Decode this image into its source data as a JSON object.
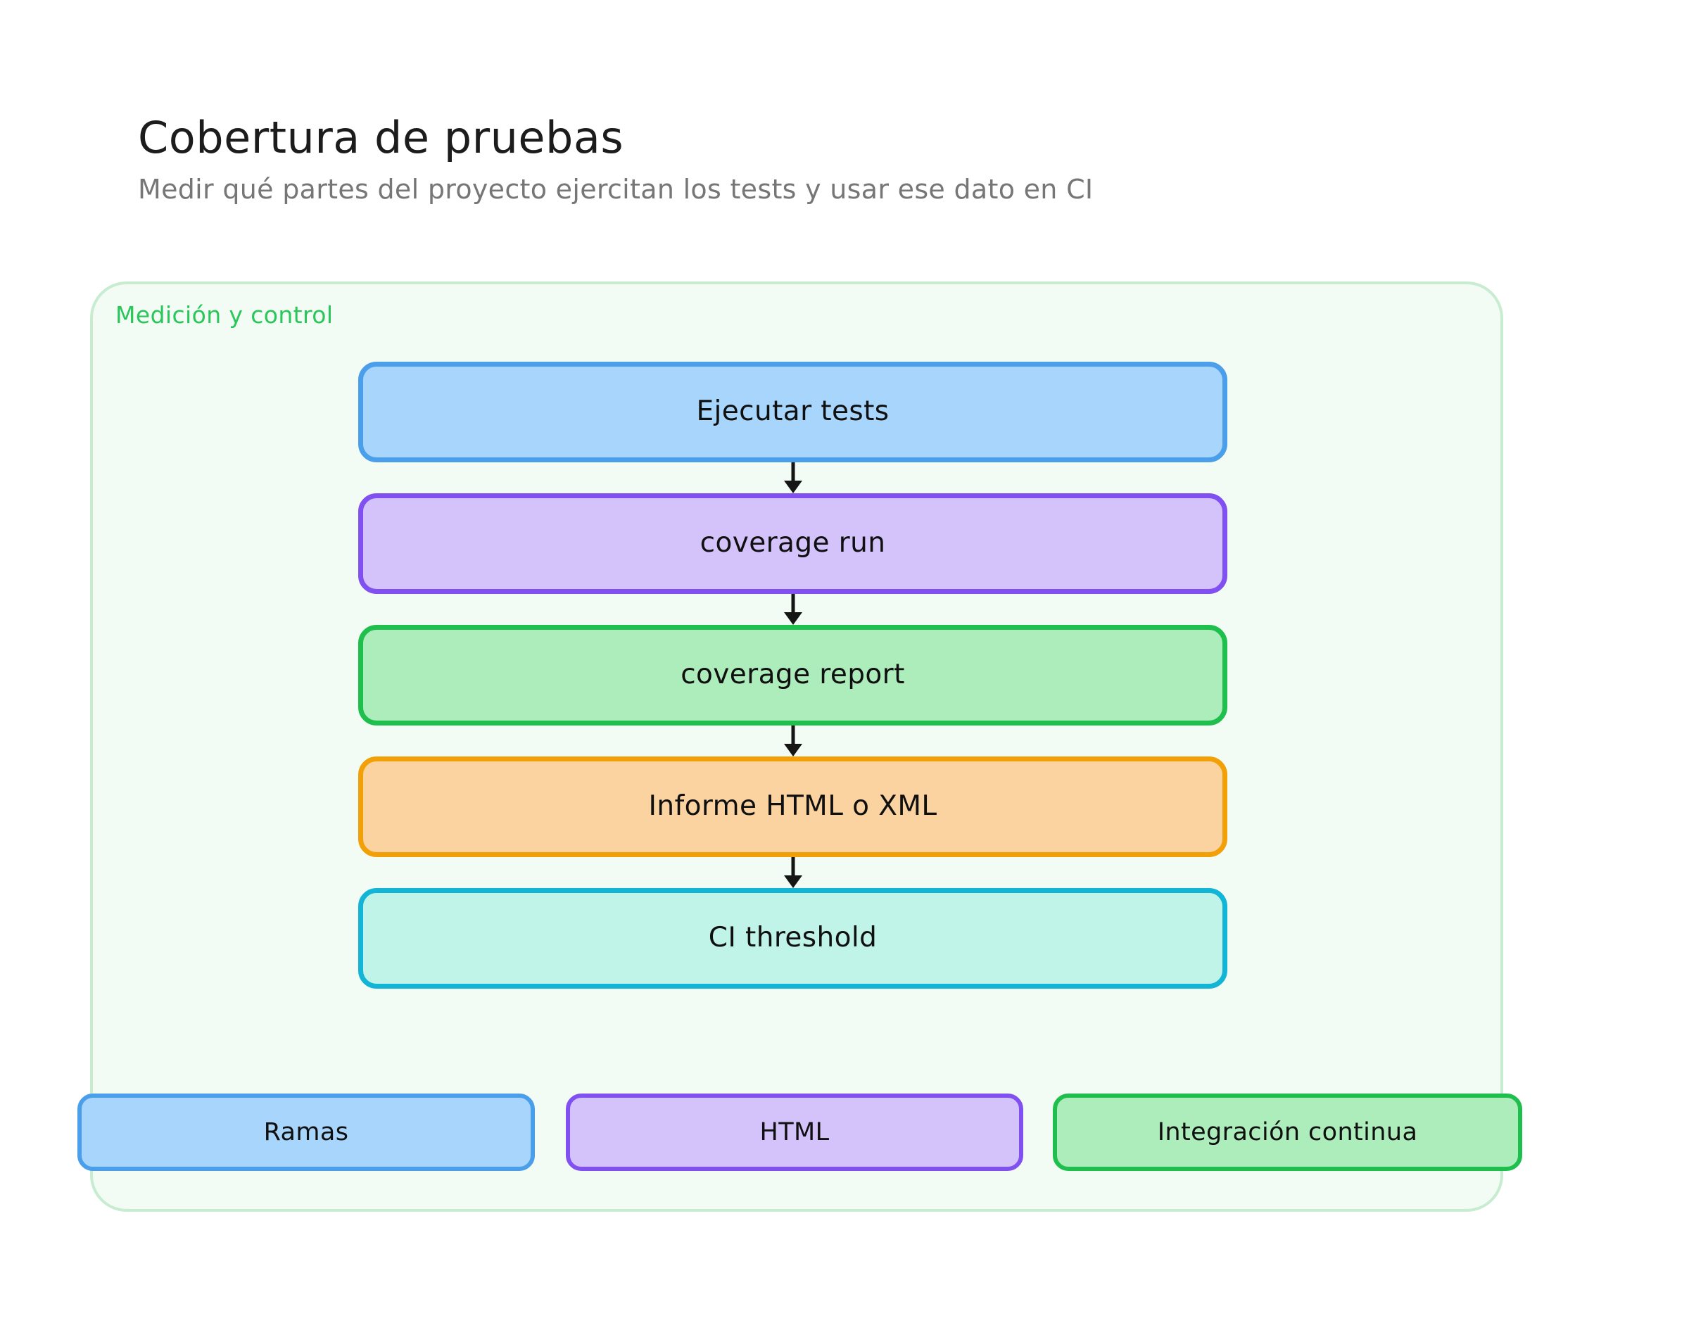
{
  "header": {
    "title": "Cobertura de pruebas",
    "subtitle": "Medir qué partes del proyecto ejercitan los tests y usar ese dato en CI"
  },
  "group": {
    "label": "Medición y control",
    "fill": "#f2fcf4",
    "border": "#c7ecd0",
    "label_color": "#29c65a"
  },
  "flow": {
    "nodes": [
      {
        "label": "Ejecutar tests",
        "fill": "#a8d5fb",
        "border": "#4a9eea"
      },
      {
        "label": "coverage run",
        "fill": "#d4c2fb",
        "border": "#8150f0"
      },
      {
        "label": "coverage report",
        "fill": "#adecbb",
        "border": "#1fbf4d"
      },
      {
        "label": "Informe HTML o XML",
        "fill": "#fbd3a0",
        "border": "#f2a007"
      },
      {
        "label": "CI threshold",
        "fill": "#c1f4e8",
        "border": "#13b5d6"
      }
    ],
    "arrow_color": "#151515"
  },
  "legend": {
    "items": [
      {
        "label": "Ramas",
        "fill": "#a8d5fb",
        "border": "#4a9eea"
      },
      {
        "label": "HTML",
        "fill": "#d4c2fb",
        "border": "#8150f0"
      },
      {
        "label": "Integración continua",
        "fill": "#adecbb",
        "border": "#1fbf4d"
      }
    ]
  }
}
